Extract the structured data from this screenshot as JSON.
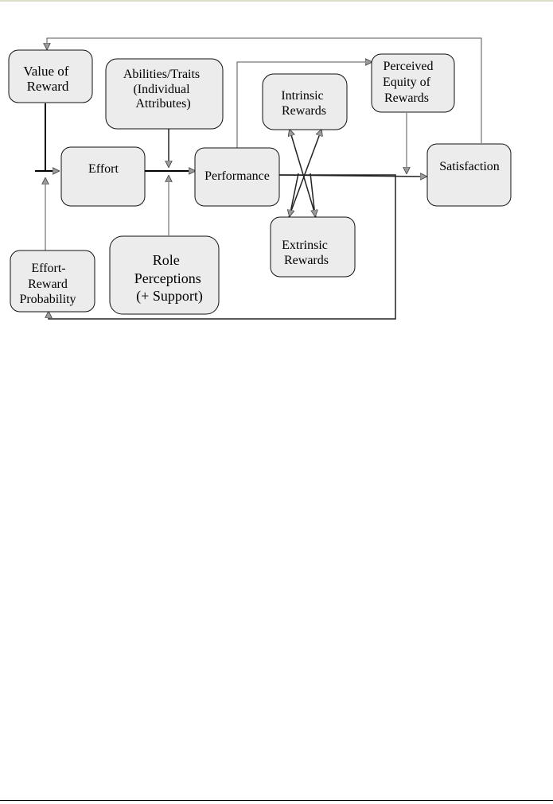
{
  "nodes": {
    "value_of_reward": [
      "Value of",
      "Reward"
    ],
    "abilities_traits": [
      "Abilities/Traits",
      "(Individual",
      "Attributes)"
    ],
    "intrinsic_rewards": [
      "Intrinsic",
      "Rewards"
    ],
    "perceived_equity": [
      "Perceived",
      "Equity of",
      "Rewards"
    ],
    "effort": [
      "Effort"
    ],
    "performance": [
      "Performance"
    ],
    "satisfaction": [
      "Satisfaction"
    ],
    "extrinsic_rewards": [
      "Extrinsic",
      "Rewards"
    ],
    "effort_reward_probability": [
      "Effort-",
      "Reward",
      "Probability"
    ],
    "role_perceptions": [
      "Role",
      "Perceptions",
      "(+ Support)"
    ]
  },
  "colors": {
    "box_fill": "#ececec",
    "box_stroke": "#111111",
    "arrow_fill": "#9a9a9a"
  }
}
